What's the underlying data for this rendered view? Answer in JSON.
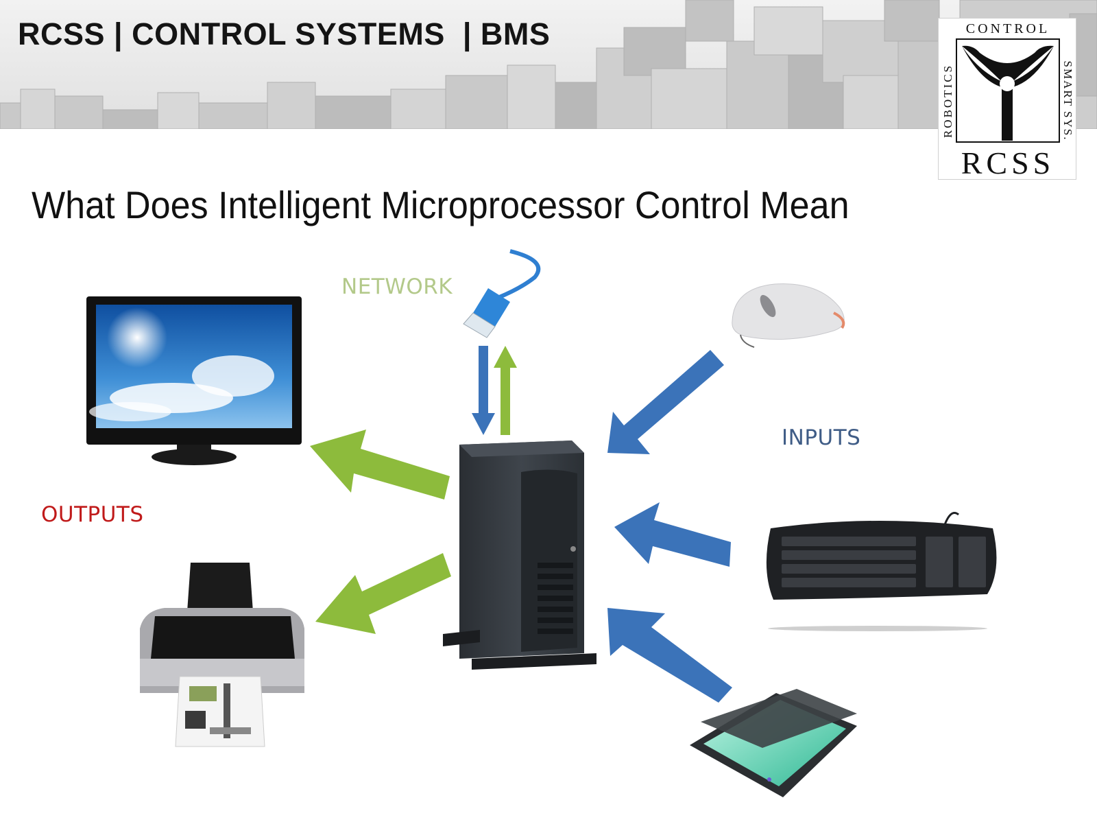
{
  "header": {
    "title": "RCSS | CONTROL SYSTEMS  | BMS"
  },
  "logo": {
    "top_text": "CONTROL",
    "left_text": "ROBOTICS",
    "right_text": "SMART SYS.",
    "bottom_text": "RCSS"
  },
  "slide": {
    "title": "What Does Intelligent Microprocessor Control Mean"
  },
  "labels": {
    "network": "NETWORK",
    "inputs": "INPUTS",
    "outputs": "OUTPUTS"
  },
  "colors": {
    "input_arrow": "#3b73b9",
    "output_arrow": "#8dbb3c",
    "network_label": "#b3c98a",
    "inputs_label": "#3f5c86",
    "outputs_label": "#c01a1a"
  },
  "devices": {
    "center": "computer-tower",
    "outputs": [
      "monitor",
      "printer"
    ],
    "inputs": [
      "mouse",
      "keyboard",
      "scanner"
    ],
    "network": "ethernet-cable"
  }
}
